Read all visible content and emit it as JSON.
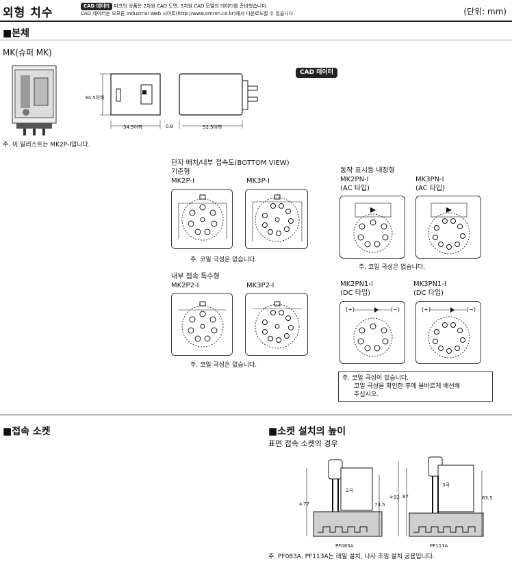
{
  "header": {
    "title": "외형 치수",
    "badge": "CAD 데이터",
    "notice_line1": "마크의 상품은 2차원 CAD 도면, 3차원 CAD 모델의 데이터를 준비했습니다.",
    "notice_line2": "CAD 데이터는 오므론 Industrial Web 사이트(http://www.omron.co.kr)에서 다운로드할 수 있습니다.",
    "unit": "(단위: mm)"
  },
  "main_body": {
    "section_title": "■본체",
    "model": "MK(슈퍼 MK)",
    "cad_badge": "CAD 데이터",
    "dims": {
      "height": "34.5이하",
      "width": "34.5이하",
      "gap": "0.8",
      "length": "52.5이하"
    },
    "illustration_note": "주.  이 일러스트는 MK2P-I입니다."
  },
  "terminal": {
    "heading": "단자 배치/내부 접속도(BOTTOM VIEW)",
    "standard_label": "기준형",
    "mk2p": "MK2P-I",
    "mk3p": "MK3P-I",
    "note_none1": "주.  코일 극성은 없습니다.",
    "special_label": "내부 접속 특수형",
    "mk2p2": "MK2P2-I",
    "mk3p2": "MK3P2-I",
    "note_none2": "주.  코일 극성은 없습니다.",
    "indicator_label": "동작 표시등 내장형",
    "mk2pn": "MK2PN-I",
    "mk2pn_type": "(AC 타입)",
    "mk3pn": "MK3PN-I",
    "mk3pn_type": "(AC 타입)",
    "note_none3": "주.  코일 극성은 없습니다.",
    "mk2pn1": "MK2PN1-I",
    "mk2pn1_type": "(DC 타입)",
    "mk3pn1": "MK3PN1-I",
    "mk3pn1_type": "(DC 타입)",
    "polarity_note1": "주.  코일 극성이 있습니다.",
    "polarity_note2": "코일 극성을 확인한 후에 올바르게 배선해",
    "polarity_note3": "주십시오."
  },
  "socket": {
    "section_title": "■접속 소켓",
    "height_title": "■소켓 설치의 높이",
    "subtitle": "표면 접속 소켓의 경우",
    "left": {
      "pole": "2극",
      "dim_total": "＊77",
      "dim_body": "73.5",
      "model": "PF083A"
    },
    "right": {
      "pole": "3극",
      "dim_total": "＊92",
      "dim_mid": "87",
      "dim_body": "83.5",
      "model": "PF113A"
    },
    "note": "주.  PF083A, PF113A는 레일 설치, 나사 조임 설치 공용입니다."
  }
}
